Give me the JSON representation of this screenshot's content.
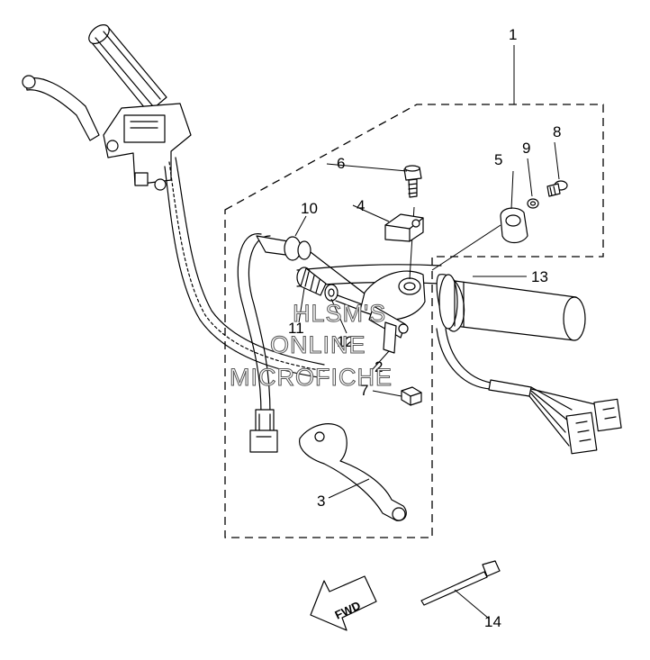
{
  "watermark": {
    "line1": "HLSM'S",
    "line2": "ONLINE",
    "line3": "MICROFICHE"
  },
  "forward_arrow": {
    "label": "FWD"
  },
  "callouts": [
    "1",
    "2",
    "3",
    "4",
    "5",
    "6",
    "7",
    "8",
    "9",
    "10",
    "11",
    "12",
    "13",
    "14"
  ]
}
